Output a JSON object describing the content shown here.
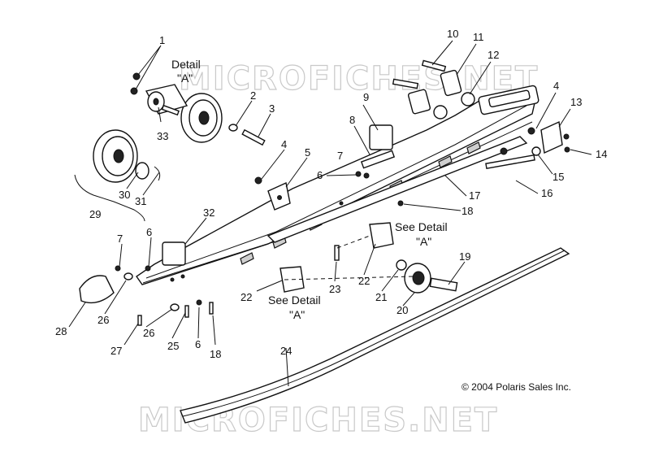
{
  "watermarks": [
    "MICROFICHES.NET",
    "MICROFICHES.NET"
  ],
  "copyright": "© 2004 Polaris Sales Inc.",
  "labels": {
    "detail_a_line1": "Detail",
    "detail_a_line2": "\"A\"",
    "see_detail_a_1_line1": "See Detail",
    "see_detail_a_1_line2": "\"A\"",
    "see_detail_a_2_line1": "See Detail",
    "see_detail_a_2_line2": "\"A\""
  },
  "callouts": [
    "1",
    "2",
    "3",
    "4",
    "5",
    "6",
    "7",
    "8",
    "9",
    "10",
    "11",
    "12",
    "4",
    "13",
    "14",
    "15",
    "16",
    "17",
    "18",
    "19",
    "20",
    "21",
    "22",
    "22",
    "23",
    "24",
    "25",
    "6",
    "18",
    "26",
    "26",
    "27",
    "28",
    "29",
    "30",
    "31",
    "32",
    "33",
    "7",
    "6"
  ]
}
